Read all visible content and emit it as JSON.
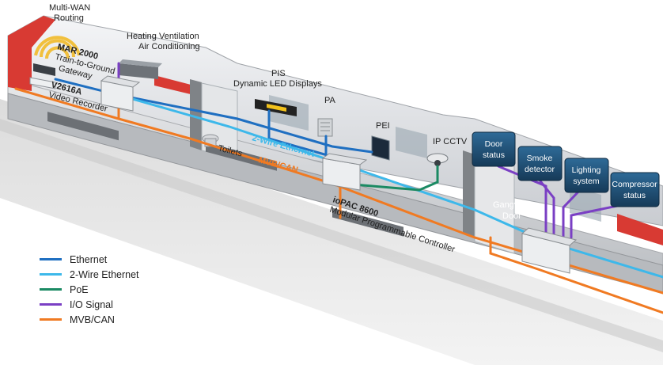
{
  "labels": {
    "multi_wan": [
      "Multi-WAN",
      "Routing"
    ],
    "hvac": [
      "Heating Ventilation",
      "Air Conditioning"
    ],
    "mar2000": [
      "MAR 2000",
      "Train-to-Ground",
      "Gateway"
    ],
    "v2616a": [
      "V2616A",
      "Video Recorder"
    ],
    "pis": [
      "PIS",
      "Dynamic LED Displays"
    ],
    "pa": "PA",
    "pei": "PEI",
    "ip_cctv": "IP CCTV",
    "toilets": "Toilets",
    "two_wire": "2-Wire Ethernet",
    "mvb_can": "MVB/CAN",
    "iopac": [
      "ioPAC 8600",
      "Modular Programmable Controller"
    ],
    "gangway": [
      "Gangway",
      "Door"
    ]
  },
  "status_boxes": [
    {
      "lines": [
        "Door",
        "status"
      ]
    },
    {
      "lines": [
        "Smoke",
        "detector"
      ]
    },
    {
      "lines": [
        "Lighting",
        "system"
      ]
    },
    {
      "lines": [
        "Compressor",
        "status"
      ]
    }
  ],
  "legend": [
    {
      "label": "Ethernet",
      "color": "#1f6fc1"
    },
    {
      "label": "2-Wire Ethernet",
      "color": "#3db8ea"
    },
    {
      "label": "PoE",
      "color": "#1b8a63"
    },
    {
      "label": "I/O Signal",
      "color": "#7a3fc4"
    },
    {
      "label": "MVB/CAN",
      "color": "#f07a22"
    }
  ],
  "colors": {
    "ethernet": "#1f6fc1",
    "two_wire": "#3db8ea",
    "poe": "#1b8a63",
    "io": "#7a3fc4",
    "mvb": "#f07a22",
    "box": "#1e4a6e",
    "train_red": "#d83a33"
  }
}
